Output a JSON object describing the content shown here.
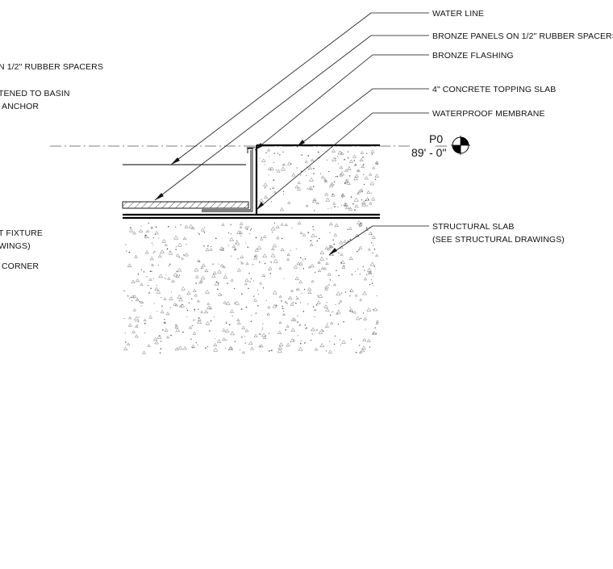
{
  "labels_right": {
    "water_line": "WATER LINE",
    "bronze_panels": "BRONZE PANELS ON 1/2\" RUBBER SPACERS",
    "bronze_flashing": "BRONZE FLASHING",
    "topping_slab": "4\" CONCRETE TOPPING SLAB",
    "waterproof_membrane": "WATERPROOF MEMBRANE",
    "structural_slab_1": "STRUCTURAL SLAB",
    "structural_slab_2": "(SEE STRUCTURAL DRAWINGS)"
  },
  "labels_left": {
    "spacers_partial": "N 1/2\" RUBBER SPACERS",
    "fastened_partial": "TENED TO BASIN",
    "anchor_partial": "ANCHOR",
    "fixture_partial": "T FIXTURE",
    "drawings_partial": "WINGS)",
    "corner_partial": "CORNER"
  },
  "elevation": {
    "marker": "P0",
    "value": "89' - 0\""
  },
  "icons": {
    "elevation_target": "elevation-target-icon"
  }
}
